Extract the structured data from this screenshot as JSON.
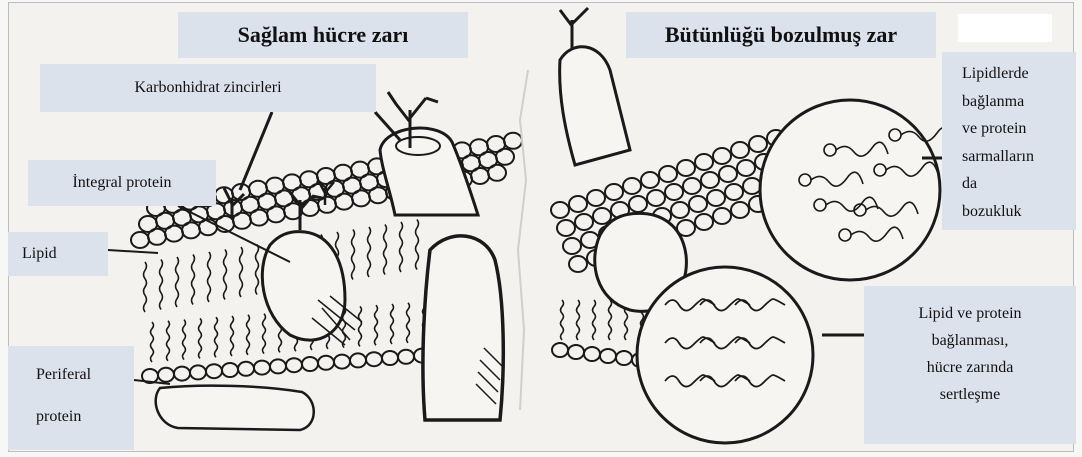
{
  "left_panel": {
    "title": "Sağlam hücre zarı",
    "labels": {
      "carbohydrate": "Karbonhidrat zincirleri",
      "integral": "İntegral protein",
      "lipid": "Lipid",
      "peripheral_line1": "Periferal",
      "peripheral_line2": "protein"
    }
  },
  "right_panel": {
    "title": "Bütünlüğü bozulmuş zar",
    "labels": {
      "disorder_lines": [
        "Lipidlerde",
        "bağlanma",
        "ve protein",
        "sarmalların",
        "da",
        "bozukluk"
      ],
      "binding_lines": [
        "Lipid ve protein",
        "bağlanması,",
        "hücre zarında",
        "sertleşme"
      ]
    }
  },
  "colors": {
    "label_bg": "#dce2ec",
    "ink": "#1a1a1a",
    "paper": "#f3f2ee"
  }
}
